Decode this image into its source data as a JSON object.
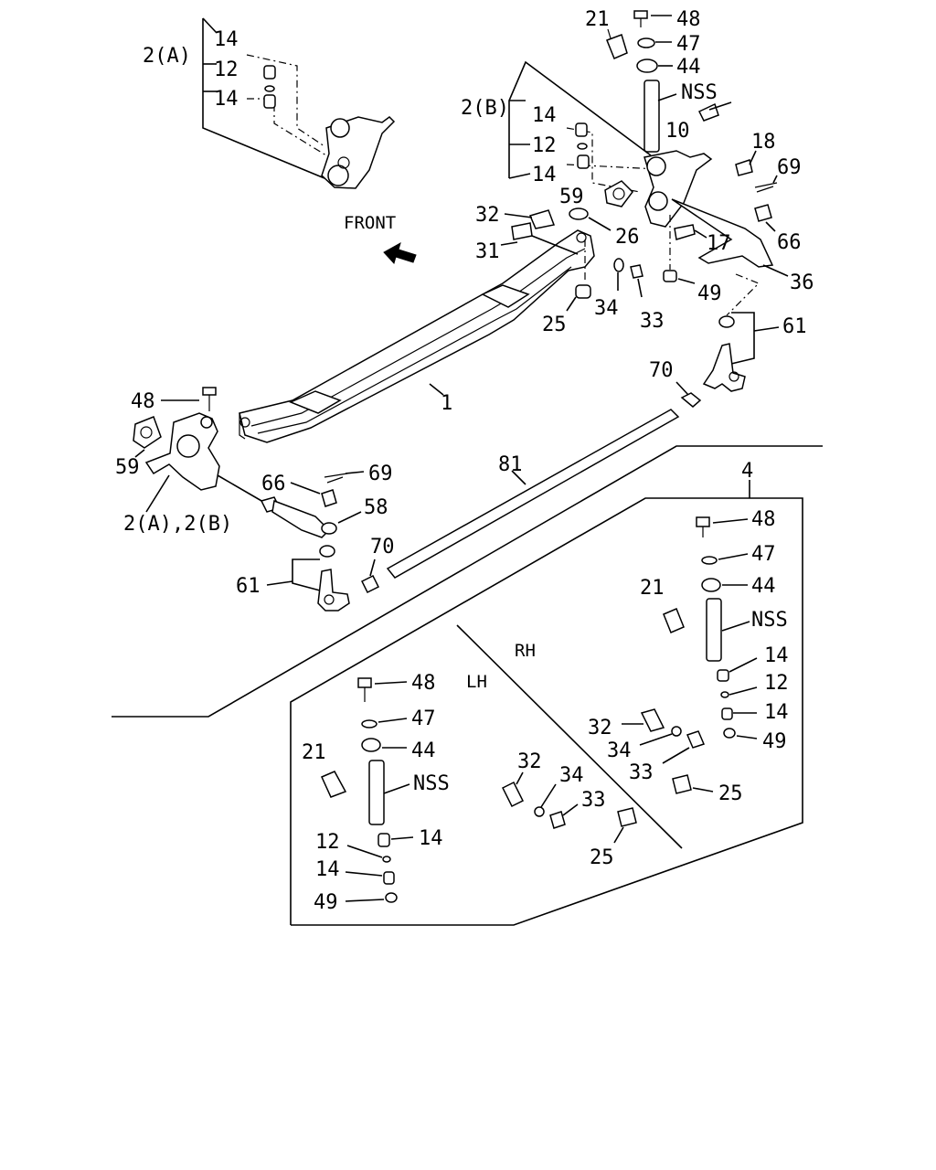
{
  "labels": {
    "front": "FRONT",
    "rh": "RH",
    "lh": "LH",
    "l_2a_top": "2(A)",
    "l_2b_top": "2(B)",
    "l_2a2b": "2(A),2(B)",
    "l_1": "1",
    "l_4": "4",
    "l_10": "10",
    "l_12": "12",
    "l_14": "14",
    "l_17": "17",
    "l_18": "18",
    "l_21": "21",
    "l_25": "25",
    "l_26": "26",
    "l_31": "31",
    "l_32": "32",
    "l_33": "33",
    "l_34": "34",
    "l_36": "36",
    "l_44": "44",
    "l_47": "47",
    "l_48": "48",
    "l_49": "49",
    "l_58": "58",
    "l_59": "59",
    "l_61": "61",
    "l_66": "66",
    "l_69": "69",
    "l_70": "70",
    "l_81": "81",
    "l_nss": "NSS"
  }
}
